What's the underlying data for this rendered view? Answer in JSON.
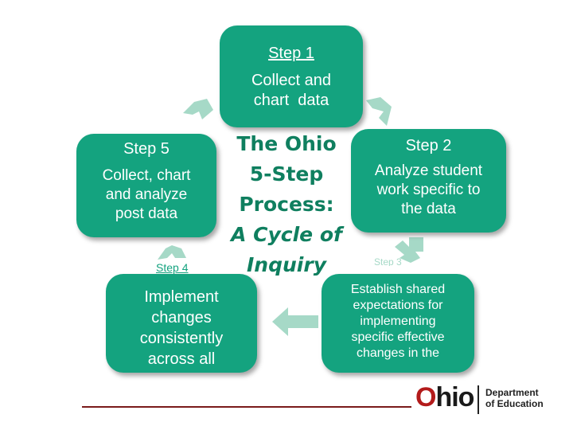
{
  "colors": {
    "box_fill": "#14a37f",
    "arrow_fill": "#a6d9c7",
    "center_text": "#0f7f5f",
    "logo_red": "#b31b1b",
    "rule": "#7a1a1a"
  },
  "center": {
    "line1": "The Ohio",
    "line2": "5-Step",
    "line3": "Process:",
    "line4": "A Cycle of",
    "line5": "Inquiry"
  },
  "steps": {
    "step1": {
      "title": "Step 1",
      "line1": "Collect and",
      "line2": "chart  data"
    },
    "step2": {
      "title": "Step 2",
      "line1": "Analyze student",
      "line2": "work specific to",
      "line3": "the data"
    },
    "step3": {
      "title": "Step 3",
      "line1": "Establish shared",
      "line2": "expectations for",
      "line3": "implementing",
      "line4": "specific effective",
      "line5": "changes in the"
    },
    "step4": {
      "title": "Step 4",
      "line1": "Implement",
      "line2": "changes",
      "line3": "consistently",
      "line4": "across all"
    },
    "step5": {
      "title": "Step 5",
      "line1": "Collect, chart",
      "line2": "and analyze",
      "line3": "post data"
    }
  },
  "logo": {
    "o_letter": "O",
    "rest": "hio",
    "dept_line1": "Department",
    "dept_line2": "of Education"
  }
}
